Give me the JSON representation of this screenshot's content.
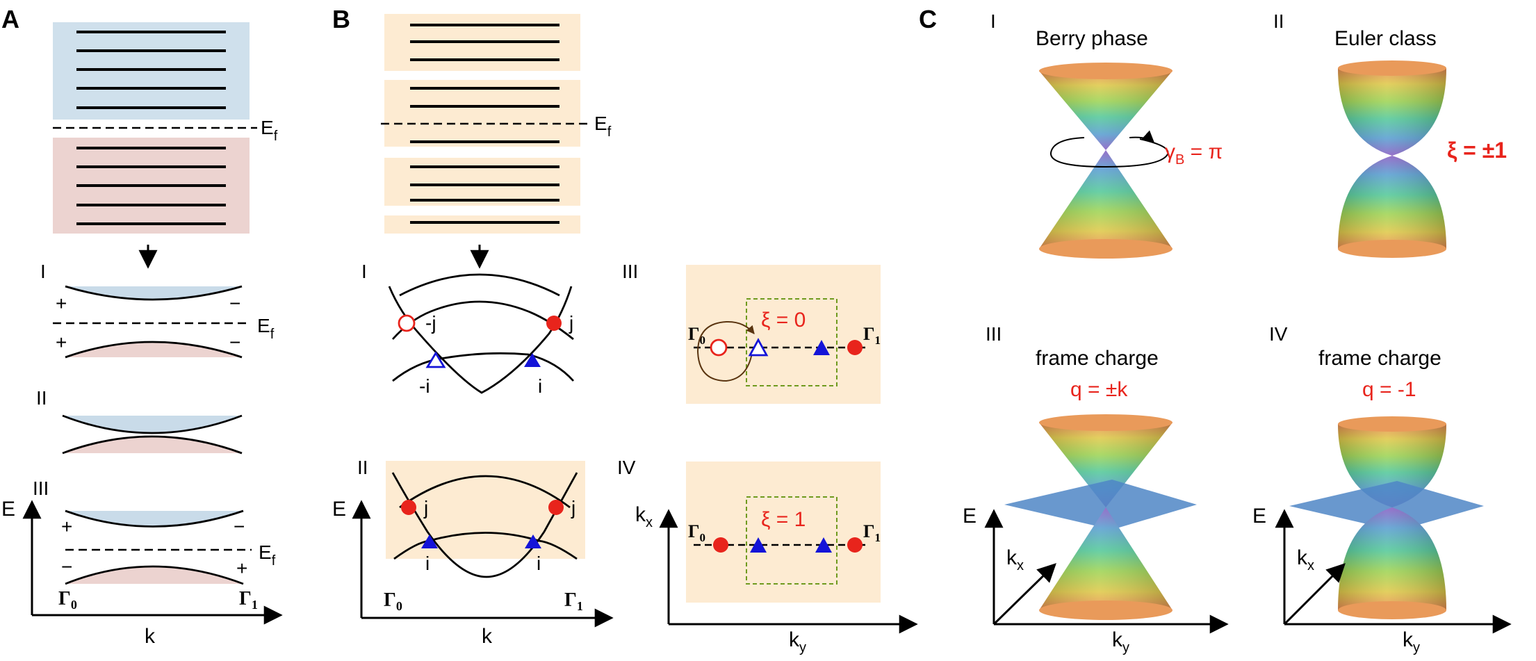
{
  "colors": {
    "valence": "#f1d6d3",
    "conduction": "#cfe0ec",
    "blue_band": "#c9dbe9",
    "red_band": "#ecd3d0",
    "peach": "#fdebd2",
    "red_node": "#e8241c",
    "blue_node": "#1414d8",
    "plane": "#4f86c6",
    "frame_box": "#6f9a1e"
  },
  "panel_a": {
    "letter": "A",
    "ef_top": "E",
    "ef_sub": "f",
    "row_I": {
      "roman": "I",
      "plus_top": "+",
      "minus_top": "−",
      "plus_bot": "+",
      "minus_bot": "−",
      "ef": "E",
      "ef_sub": "f"
    },
    "row_II": {
      "roman": "II"
    },
    "row_III": {
      "roman": "III",
      "plus_top": "+",
      "minus_top": "−",
      "minus_bot": "−",
      "plus_bot": "+",
      "ef": "E",
      "ef_sub": "f"
    },
    "axis_e": "E",
    "axis_k": "k",
    "gamma0": "Γ",
    "gamma0_sub": "0",
    "gamma1": "Γ",
    "gamma1_sub": "1"
  },
  "panel_b": {
    "letter": "B",
    "ef": "E",
    "ef_sub": "f",
    "sub_I": {
      "roman": "I",
      "neg_j": "-j",
      "j": "j",
      "neg_i": "-i",
      "i": "i"
    },
    "sub_II": {
      "roman": "II",
      "j_left": "j",
      "j_right": "j",
      "i_left": "i",
      "i_right": "i"
    },
    "axis_e": "E",
    "axis_k": "k",
    "gamma0": "Γ",
    "gamma0_sub": "0",
    "gamma1": "Γ",
    "gamma1_sub": "1",
    "sub_III": {
      "roman": "III",
      "xi": "ξ = 0",
      "gamma0": "Γ",
      "gamma0_sub": "0",
      "gamma1": "Γ",
      "gamma1_sub": "1"
    },
    "sub_IV": {
      "roman": "IV",
      "xi": "ξ = 1",
      "gamma0": "Γ",
      "gamma0_sub": "0",
      "gamma1": "Γ",
      "gamma1_sub": "1"
    },
    "axis_kx": "k",
    "axis_kx_sub": "x",
    "axis_ky": "k",
    "axis_ky_sub": "y"
  },
  "panel_c": {
    "letter": "C",
    "I": {
      "roman": "I",
      "title": "Berry phase",
      "gamma": "γ",
      "gamma_sub": "B",
      "gamma_val": " = π"
    },
    "II": {
      "roman": "II",
      "title": "Euler class",
      "xi": "ξ = ±1"
    },
    "III": {
      "roman": "III",
      "title": "frame charge",
      "q": "q = ±k"
    },
    "IV": {
      "roman": "IV",
      "title": "frame charge",
      "q": "q = -1"
    },
    "axis_e": "E",
    "axis_kx": "k",
    "axis_kx_sub": "x",
    "axis_ky": "k",
    "axis_ky_sub": "y"
  }
}
